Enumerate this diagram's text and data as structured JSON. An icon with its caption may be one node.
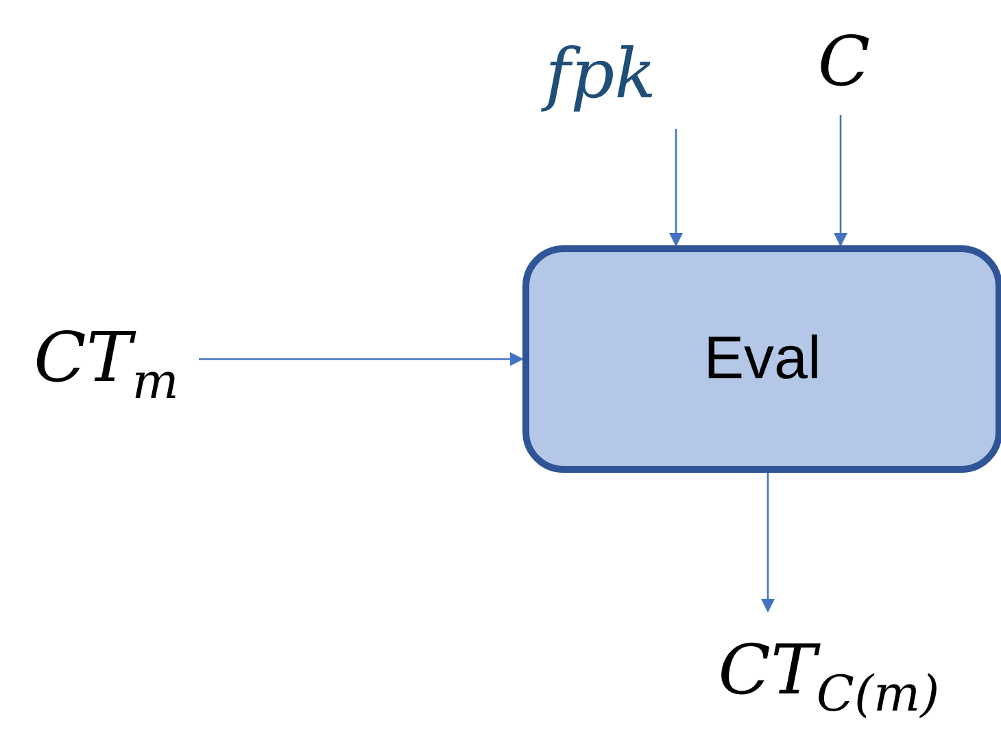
{
  "diagram": {
    "nodes": [
      {
        "text": [
          "fpk"
        ]
      },
      {
        "text": [
          "C"
        ]
      },
      {
        "text": [
          "CT$_{m}$"
        ]
      },
      {
        "text": [
          "Eval"
        ]
      },
      {
        "text": [
          "CT$_{C(m)}$"
        ]
      }
    ],
    "edges": [
      {
        "from": 0,
        "to": 3,
        "arrow": "to"
      },
      {
        "from": 1,
        "to": 3,
        "arrow": "to"
      },
      {
        "from": 2,
        "to": 3,
        "arrow": "to"
      },
      {
        "from": 3,
        "to": 4,
        "arrow": "to"
      }
    ]
  }
}
